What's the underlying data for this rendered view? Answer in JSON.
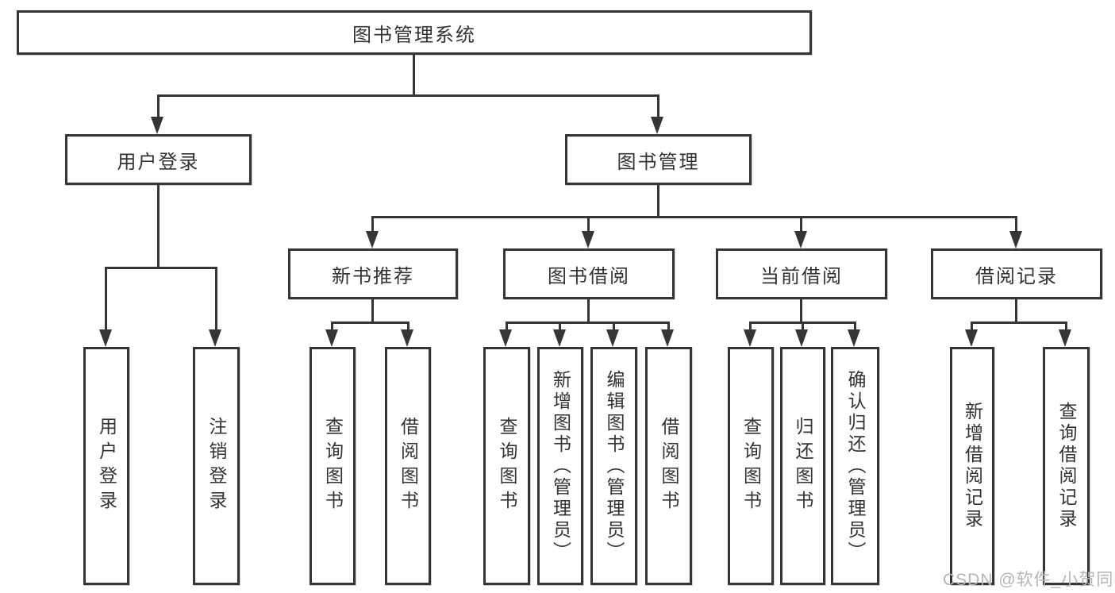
{
  "diagram_type": "hierarchy-tree",
  "tree": {
    "root": {
      "label": "图书管理系统",
      "children": [
        {
          "label": "用户登录",
          "children": [
            {
              "label": "用户登录"
            },
            {
              "label": "注销登录"
            }
          ]
        },
        {
          "label": "图书管理",
          "children": [
            {
              "label": "新书推荐",
              "children": [
                {
                  "label": "查询图书"
                },
                {
                  "label": "借阅图书"
                }
              ]
            },
            {
              "label": "图书借阅",
              "children": [
                {
                  "label": "查询图书"
                },
                {
                  "label": "新增图书（管理员）"
                },
                {
                  "label": "编辑图书（管理员）"
                },
                {
                  "label": "借阅图书"
                }
              ]
            },
            {
              "label": "当前借阅",
              "children": [
                {
                  "label": "查询图书"
                },
                {
                  "label": "归还图书"
                },
                {
                  "label": "确认归还（管理员）"
                }
              ]
            },
            {
              "label": "借阅记录",
              "children": [
                {
                  "label": "新增借阅记录"
                },
                {
                  "label": "查询借阅记录"
                }
              ]
            }
          ]
        }
      ]
    }
  },
  "watermark": {
    "text": "CSDN @软件_小贺同学",
    "color": "#b5b5b5"
  },
  "colors": {
    "line": "#353535",
    "text": "#333333",
    "background": "#ffffff"
  }
}
